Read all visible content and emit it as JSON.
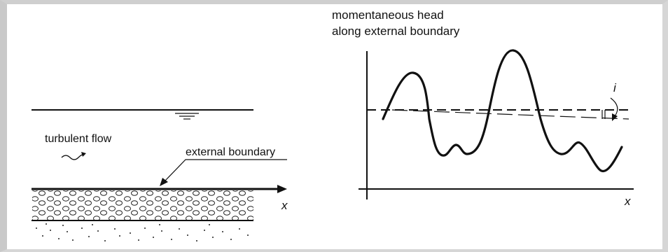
{
  "left_panel": {
    "flow_label": "turbulent flow",
    "boundary_label": "external boundary",
    "x_axis_label": "x"
  },
  "right_panel": {
    "title_line1": "momentaneous head",
    "title_line2": "along external boundary",
    "slope_label": "i",
    "x_axis_label": "x"
  }
}
